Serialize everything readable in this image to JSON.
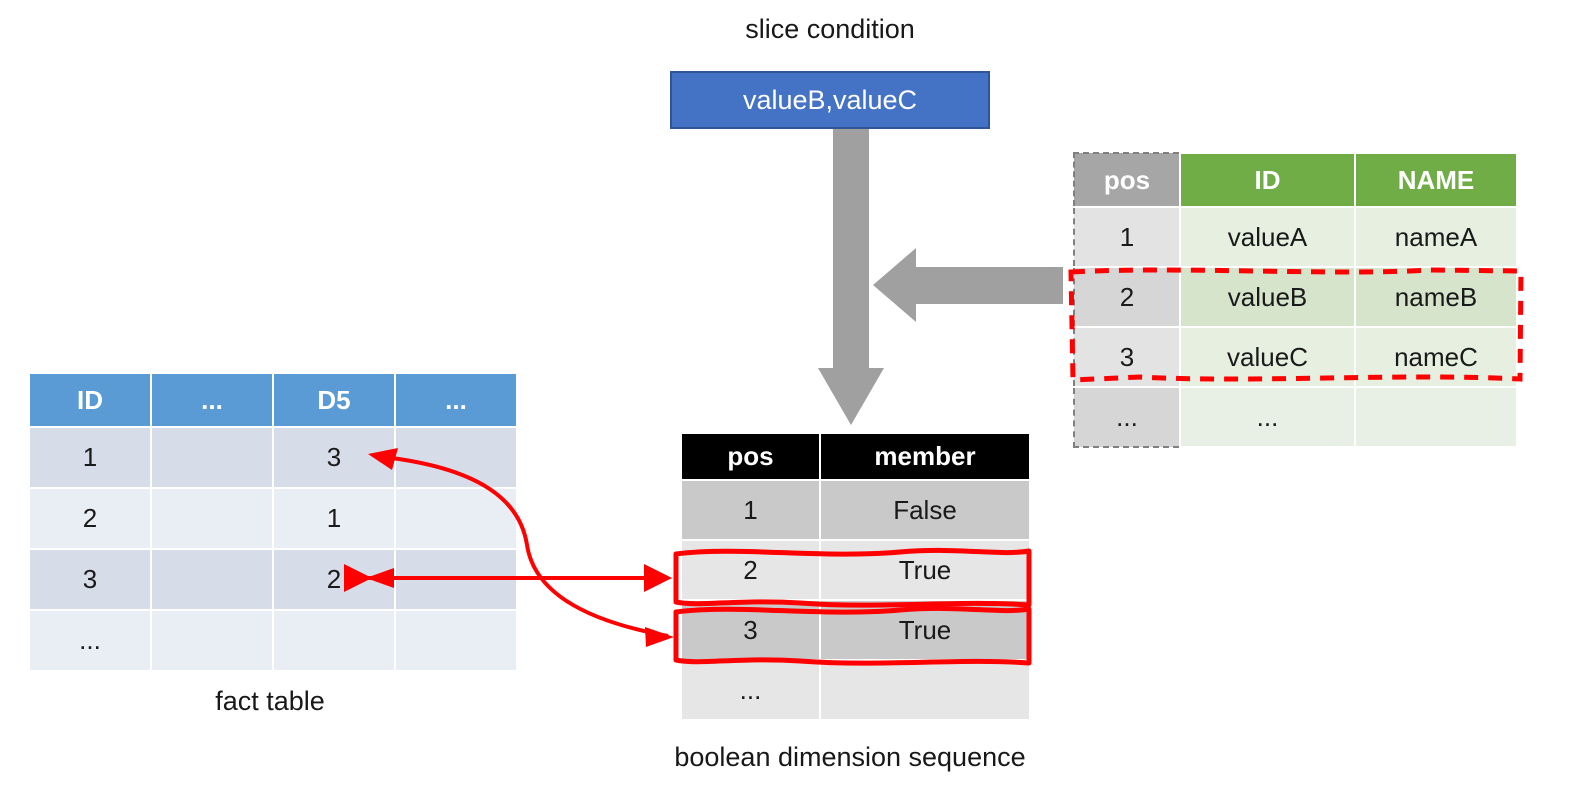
{
  "slice": {
    "caption": "slice condition",
    "value": "valueB,valueC",
    "box_fill": "#4472C4",
    "box_border": "#2F5597"
  },
  "fact_table": {
    "caption": "fact table",
    "header_color": "#5B9BD5",
    "columns": [
      "ID",
      "...",
      "D5",
      "..."
    ],
    "rows": [
      {
        "id": "1",
        "c2": "",
        "d5": "3",
        "c4": ""
      },
      {
        "id": "2",
        "c2": "",
        "d5": "1",
        "c4": ""
      },
      {
        "id": "3",
        "c2": "",
        "d5": "2",
        "c4": ""
      },
      {
        "id": "...",
        "c2": "",
        "d5": "",
        "c4": ""
      }
    ]
  },
  "boolean_table": {
    "caption": "boolean dimension sequence",
    "header_color": "#000000",
    "columns": [
      "pos",
      "member"
    ],
    "rows": [
      {
        "pos": "1",
        "member": "False",
        "highlighted": false
      },
      {
        "pos": "2",
        "member": "True",
        "highlighted": true
      },
      {
        "pos": "3",
        "member": "True",
        "highlighted": true
      },
      {
        "pos": "...",
        "member": "",
        "highlighted": false
      }
    ]
  },
  "dimension_table": {
    "pos_header": "pos",
    "pos_header_color": "#A6A6A6",
    "green_header_color": "#70AD47",
    "columns": [
      "ID",
      "NAME"
    ],
    "rows": [
      {
        "pos": "1",
        "id": "valueA",
        "name": "nameA",
        "highlighted": false
      },
      {
        "pos": "2",
        "id": "valueB",
        "name": "nameB",
        "highlighted": true
      },
      {
        "pos": "3",
        "id": "valueC",
        "name": "nameC",
        "highlighted": true
      },
      {
        "pos": "...",
        "id": "...",
        "name": "",
        "highlighted": false
      }
    ]
  },
  "annotations": {
    "highlight_color": "#FF0000",
    "arrow_color": "#A0A0A0",
    "gray_arrow_down": "slice condition feeds boolean dimension sequence",
    "gray_arrow_left": "dimension table feeds slice evaluation",
    "red_arrow_straight": "pos 2 maps to fact row with D5 = 2",
    "red_arrow_curved": "pos 3 maps to fact row with D5 = 3"
  }
}
